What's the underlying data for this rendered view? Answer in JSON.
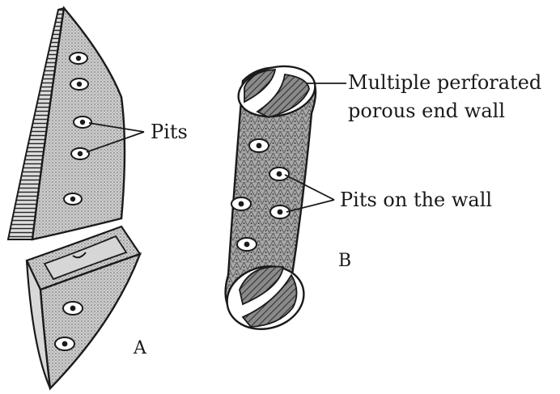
{
  "labels": {
    "pits": "Pits",
    "perforated_line1": "Multiple perforated",
    "perforated_line2": "porous end wall",
    "pits_on_wall": "Pits on the wall",
    "figure_a": "A",
    "figure_b": "B"
  },
  "colors": {
    "ink": "#1a1a1a",
    "stipple_fill": "#bdbdbd",
    "mesh_fill": "#9a9a9a",
    "background": "#ffffff"
  }
}
